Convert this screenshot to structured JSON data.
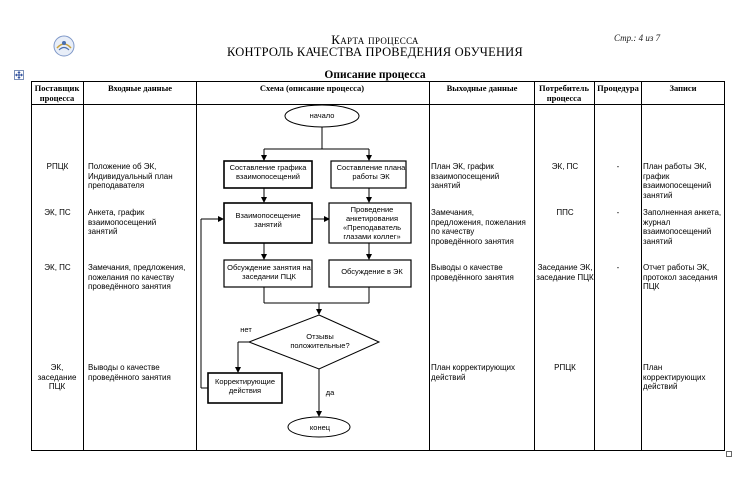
{
  "header": {
    "title": "Карта процесса",
    "subtitle": "КОНТРОЛЬ КАЧЕСТВА ПРОВЕДЕНИЯ ОБУЧЕНИЯ",
    "page_number": "Стр.: 4 из 7"
  },
  "table": {
    "title": "Описание процесса",
    "columns": [
      "Поставщик процесса",
      "Входные данные",
      "Схема (описание процесса)",
      "Выходные данные",
      "Потребитель процесса",
      "Процедура",
      "Записи"
    ],
    "rows": [
      {
        "supplier": "РПЦК",
        "input": "Положение об ЭК, Индивидуальный план преподавателя",
        "output": "План ЭК, график взаимопосещений занятий",
        "consumer": "ЭК, ПС",
        "procedure": "-",
        "records": "План работы ЭК, график взаимопосещений занятий"
      },
      {
        "supplier": "ЭК, ПС",
        "input": "Анкета, график взаимопосещений занятий",
        "output": "Замечания, предложения, пожелания по качеству проведённого занятия",
        "consumer": "ППС",
        "procedure": "-",
        "records": "Заполненная анкета, журнал взаимопосещений занятий"
      },
      {
        "supplier": "ЭК, ПС",
        "input": "Замечания, предложения, пожелания по качеству проведённого занятия",
        "output": "Выводы о качестве проведённого занятия",
        "consumer": "Заседание ЭК, заседание ПЦК",
        "procedure": "-",
        "records": "Отчет работы ЭК, протокол заседания ПЦК"
      },
      {
        "supplier": "ЭК, заседание ПЦК",
        "input": "Выводы о качестве проведённого занятия",
        "output": "План корректирующих действий",
        "consumer": "РПЦК",
        "procedure": "",
        "records": "План корректирующих действий"
      }
    ]
  },
  "flowchart": {
    "start": "начало",
    "box1": "Составление графика взаимопосещений",
    "box2": "Составление плана работы ЭК",
    "box3": "Взаимопосещение занятий",
    "box4": "Проведение анкетирования «Преподаватель глазами коллег»",
    "box5": "Обсуждение занятия на заседании ПЦК",
    "box6": "Обсуждение в ЭК",
    "decision": "Отзывы положительные?",
    "no_label": "нет",
    "yes_label": "да",
    "box7": "Корректирующие действия",
    "end": "конец"
  }
}
